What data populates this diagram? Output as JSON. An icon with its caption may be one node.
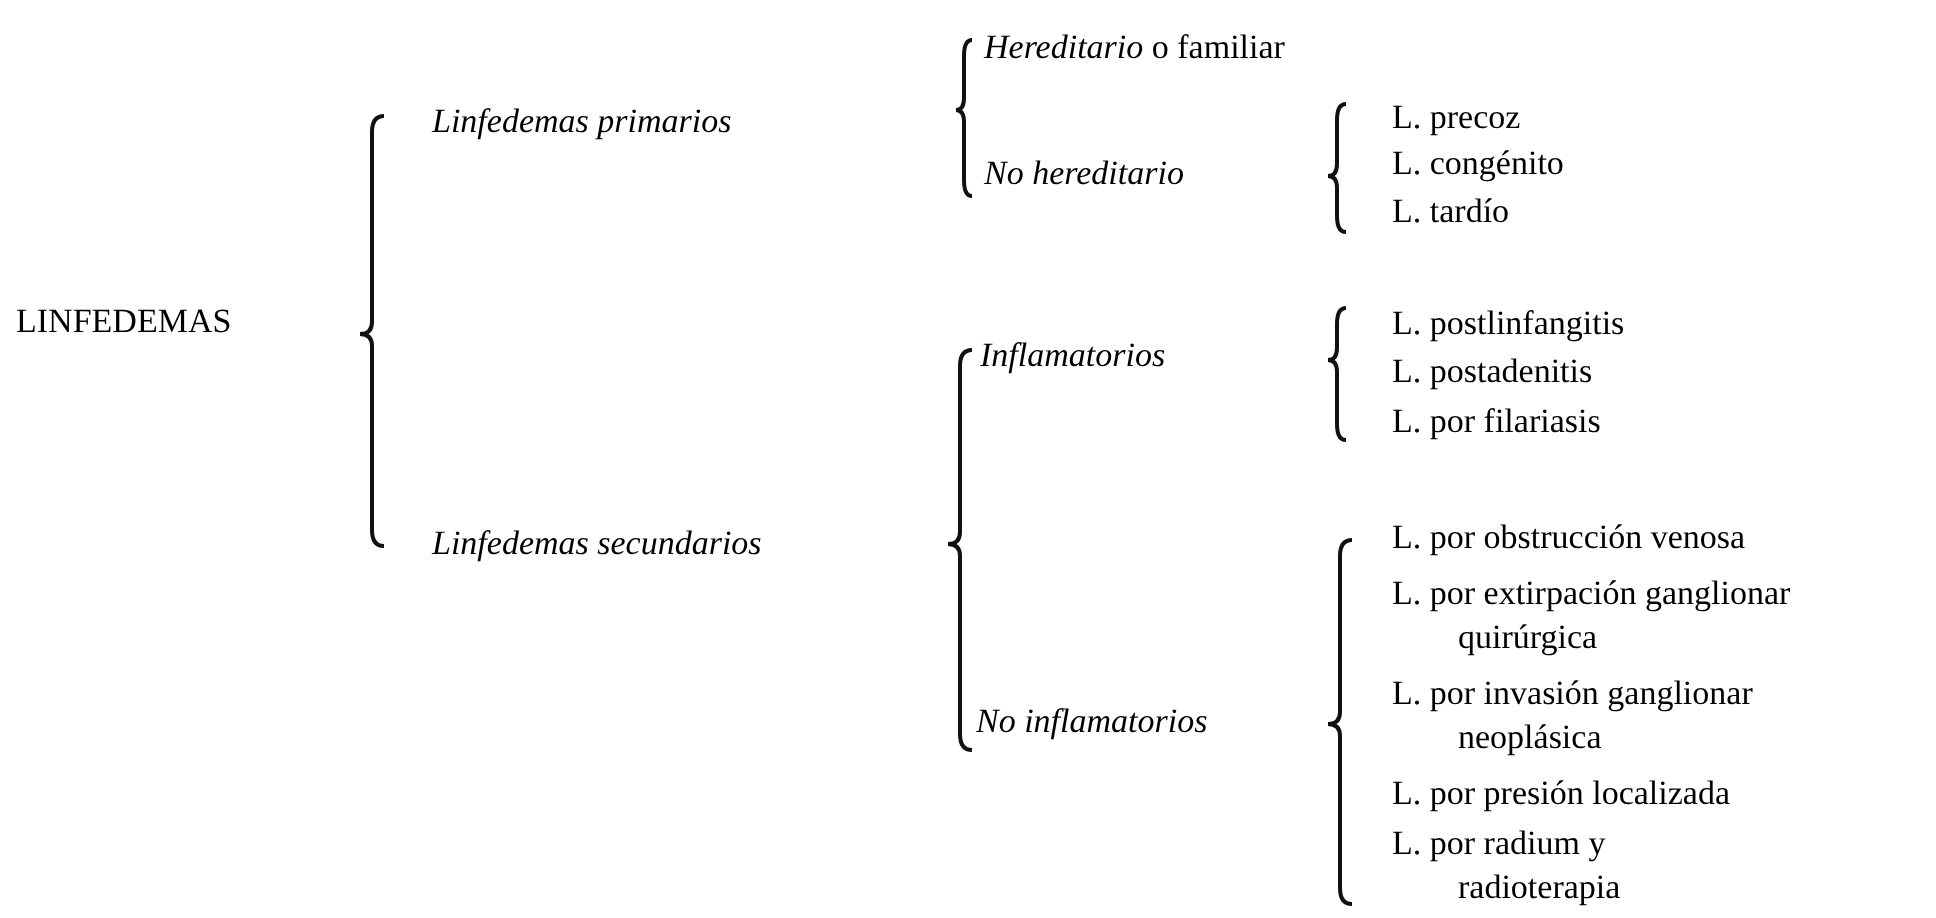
{
  "diagram": {
    "labels": [
      "LINFEDEMAS",
      "Linfedemas primarios",
      "*Hereditario* o familiar",
      "No hereditario",
      "L. precoz",
      "L. congénito",
      "L. tardío",
      "Linfedemas secundarios",
      "Inflamatorios",
      "L. postlinfangitis",
      "L. postadenitis",
      "L. por filariasis",
      "No inflamatorios",
      "L. por obstrucción venosa",
      "L. por extirpación ganglionar quirúrgica",
      "L. por invasión ganglionar neoplásica",
      "L. por presión localizada",
      "L. por radium y radioterapia"
    ]
  }
}
